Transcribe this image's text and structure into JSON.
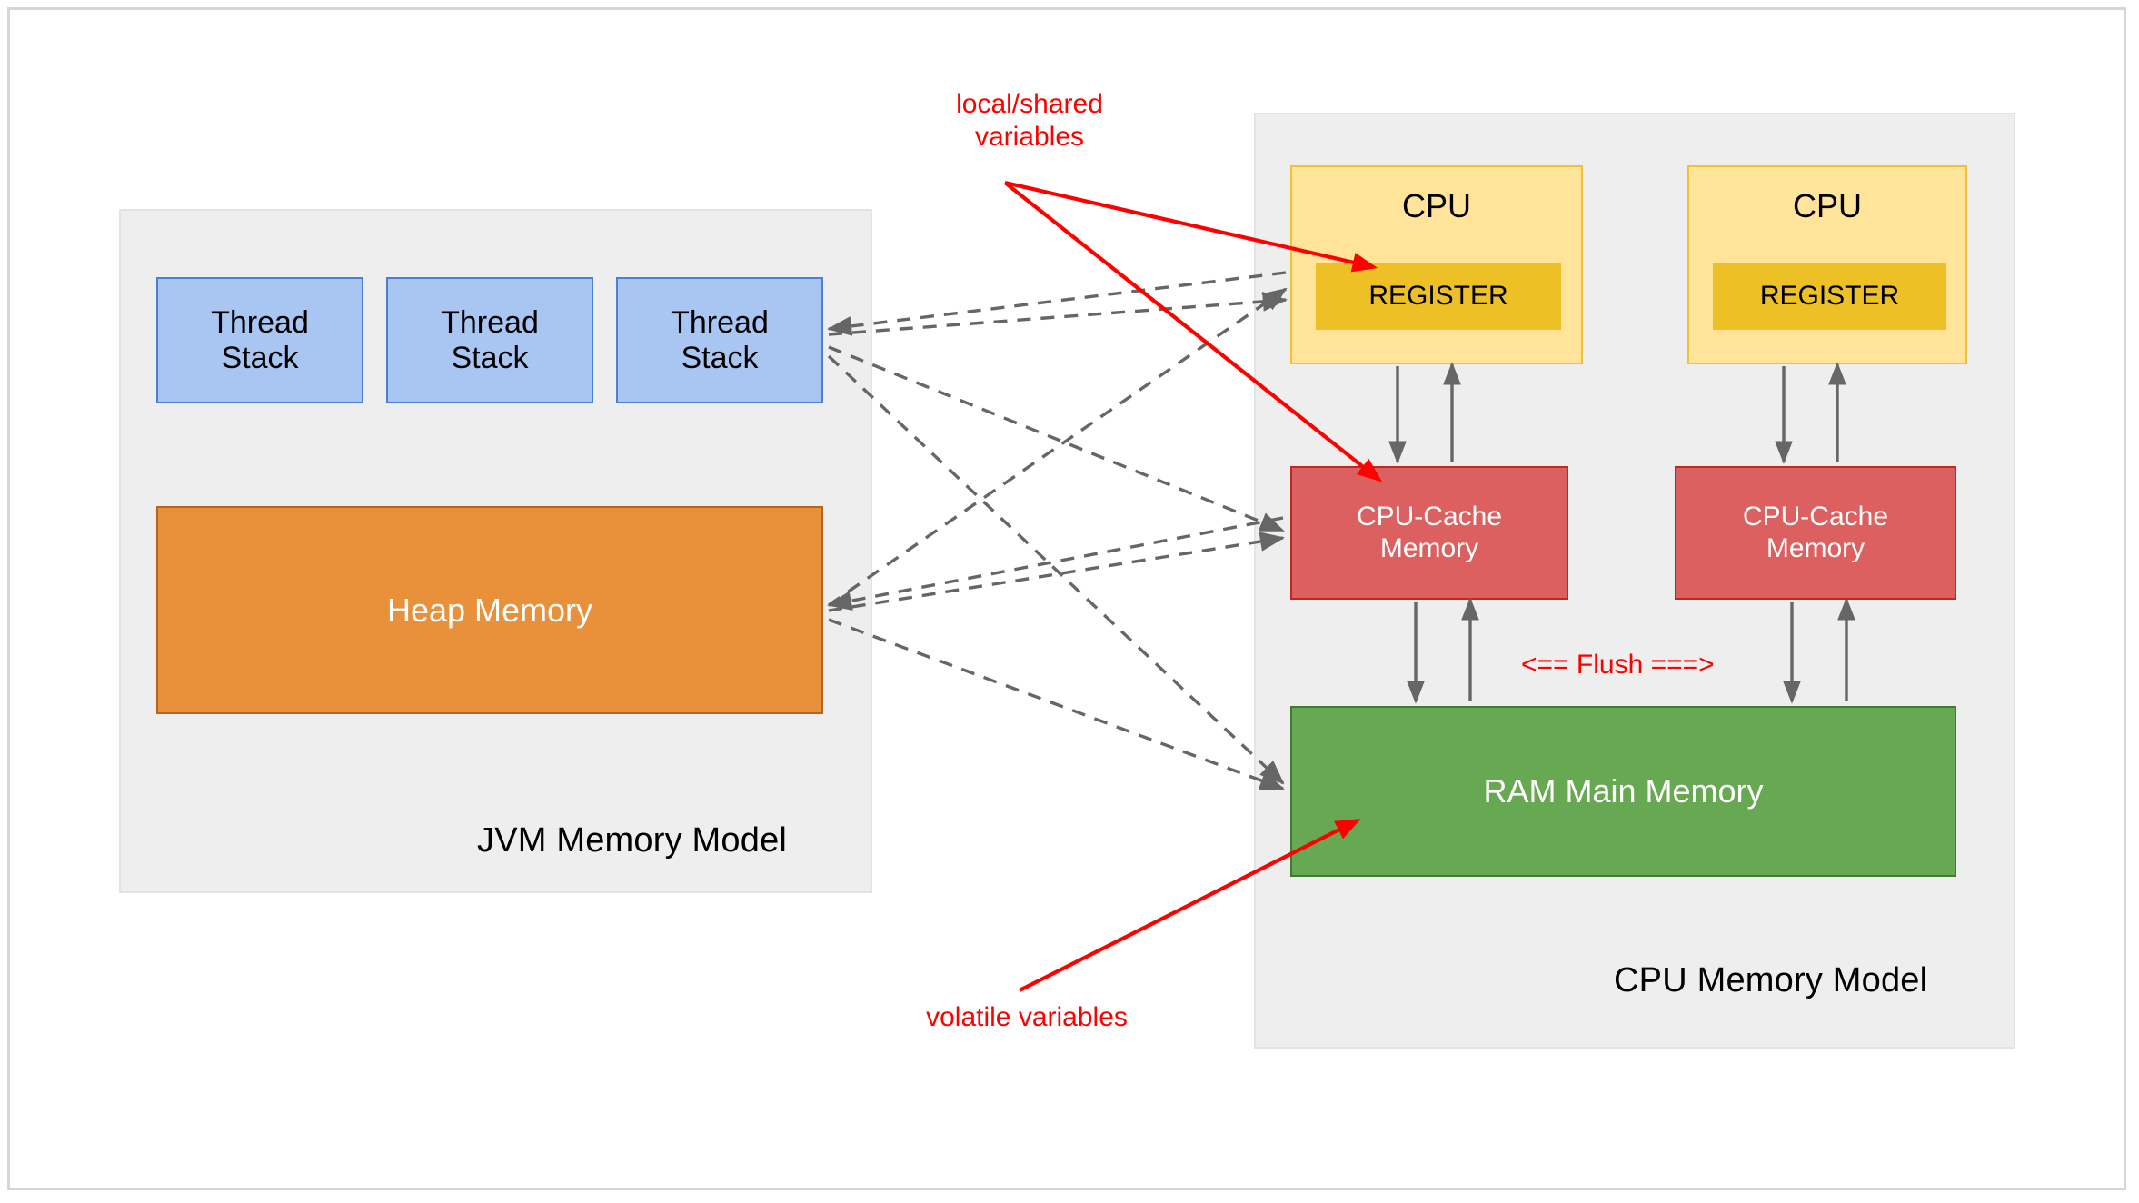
{
  "diagram": {
    "title": "JVM Memory Model and CPU Memory Model",
    "colors": {
      "thread_stack_fill": "#a9c5f2",
      "thread_stack_border": "#4a7fd4",
      "heap_fill": "#e8913a",
      "heap_border": "#b5651d",
      "cpu_fill": "#ffe49a",
      "cpu_border": "#f2c230",
      "register_fill": "#edc026",
      "cache_fill": "#dd6060",
      "cache_border": "#c0271f",
      "ram_fill": "#67a852",
      "ram_border": "#3f7a2e",
      "panel_fill": "#eeeeee",
      "annotation_red": "#ff0000",
      "arrow_gray": "#666666"
    }
  },
  "jvm_panel": {
    "title": "JVM Memory Model",
    "thread_stacks": [
      {
        "label": "Thread\nStack"
      },
      {
        "label": "Thread\nStack"
      },
      {
        "label": "Thread\nStack"
      }
    ],
    "heap": {
      "label": "Heap Memory"
    }
  },
  "cpu_panel": {
    "title": "CPU Memory Model",
    "cpus": [
      {
        "label": "CPU",
        "register": {
          "label": "REGISTER"
        },
        "cache": {
          "label": "CPU-Cache\nMemory"
        }
      },
      {
        "label": "CPU",
        "register": {
          "label": "REGISTER"
        },
        "cache": {
          "label": "CPU-Cache\nMemory"
        }
      }
    ],
    "ram": {
      "label": "RAM Main Memory"
    },
    "flush_label": "<== Flush ===>"
  },
  "annotations": {
    "local_shared": "local/shared\nvariables",
    "volatile": "volatile variables"
  }
}
